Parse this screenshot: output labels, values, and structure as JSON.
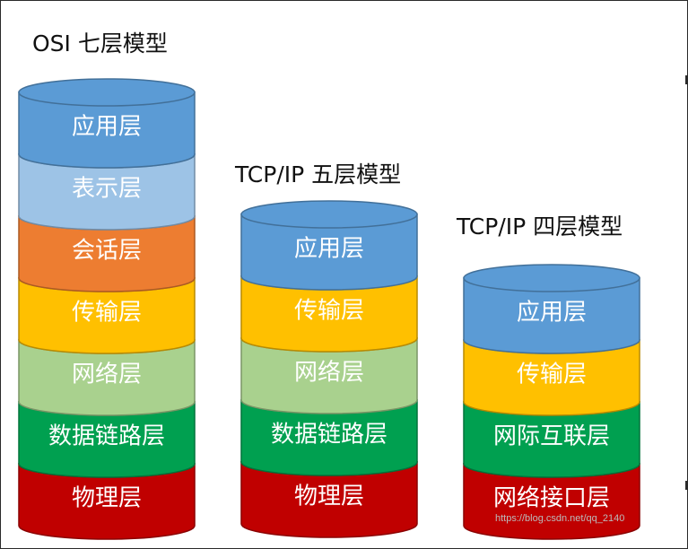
{
  "stacks": [
    {
      "title": "OSI 七层模型",
      "layers": [
        {
          "label": "应用层",
          "color": "#5B9BD5"
        },
        {
          "label": "表示层",
          "color": "#9DC3E6"
        },
        {
          "label": "会话层",
          "color": "#ED7D31"
        },
        {
          "label": "传输层",
          "color": "#FFC000"
        },
        {
          "label": "网络层",
          "color": "#A9D18E"
        },
        {
          "label": "数据链路层",
          "color": "#00A050"
        },
        {
          "label": "物理层",
          "color": "#C00000"
        }
      ]
    },
    {
      "title": "TCP/IP 五层模型",
      "layers": [
        {
          "label": "应用层",
          "color": "#5B9BD5"
        },
        {
          "label": "传输层",
          "color": "#FFC000"
        },
        {
          "label": "网络层",
          "color": "#A9D18E"
        },
        {
          "label": "数据链路层",
          "color": "#00A050"
        },
        {
          "label": "物理层",
          "color": "#C00000"
        }
      ]
    },
    {
      "title": "TCP/IP 四层模型",
      "layers": [
        {
          "label": "应用层",
          "color": "#5B9BD5"
        },
        {
          "label": "传输层",
          "color": "#FFC000"
        },
        {
          "label": "网际互联层",
          "color": "#00A050"
        },
        {
          "label": "网络接口层",
          "color": "#C00000"
        }
      ]
    }
  ],
  "watermark": "https://blog.csdn.net/qq_2140"
}
